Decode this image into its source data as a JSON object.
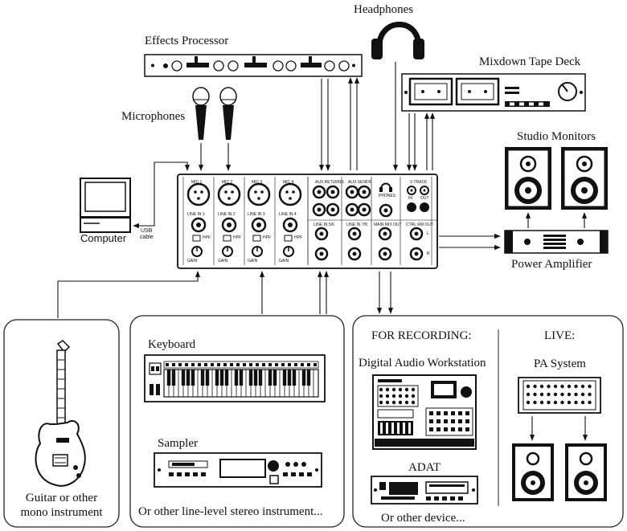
{
  "labels": {
    "headphones": "Headphones",
    "effects_processor": "Effects Processor",
    "mixdown_tape_deck": "Mixdown Tape Deck",
    "microphones": "Microphones",
    "studio_monitors": "Studio Monitors",
    "computer": "Computer",
    "usb_cable_1": "USB",
    "usb_cable_2": "cable",
    "power_amplifier": "Power Amplifier",
    "keyboard": "Keyboard",
    "sampler": "Sampler",
    "line_level_stereo": "Or other line-level stereo instrument...",
    "guitar_1": "Guitar or other",
    "guitar_2": "mono instrument",
    "for_recording": "FOR RECORDING:",
    "live": "LIVE:",
    "daw": "Digital Audio Workstation",
    "pa_system": "PA System",
    "adat": "ADAT",
    "other_device": "Or other device..."
  },
  "mixer": {
    "channels": [
      "MIC 1",
      "MIC 2",
      "MIC 3",
      "MIC 4"
    ],
    "line_in": [
      "LINE IN 1",
      "LINE IN 2",
      "LINE IN 3",
      "LINE IN 4"
    ],
    "hpf": "HPF",
    "gain": "GAIN",
    "aux_returns": "AUX RETURNS",
    "aux_sends": "AUX SENDS",
    "phones": "PHONES",
    "two_track": "2-TRACK",
    "in": "IN",
    "out": "OUT",
    "line_in_5_6": "LINE IN 5/6",
    "line_in_7_8": "LINE IN 7/8",
    "main_mix_out": "MAIN MIX OUT",
    "ctrl_rm_out": "CTRL RM OUT",
    "l": "L",
    "r": "R"
  }
}
